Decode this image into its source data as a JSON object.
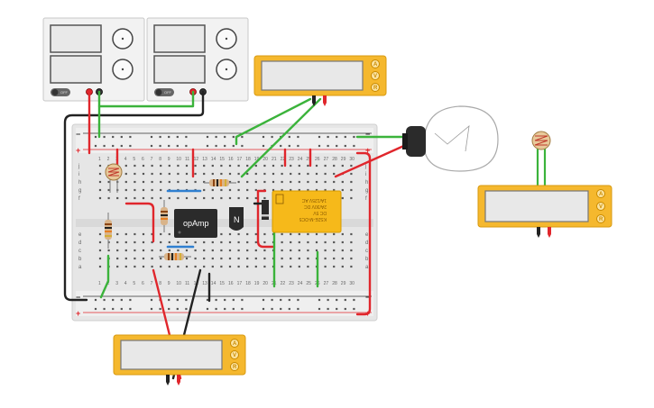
{
  "power_supplies": [
    {
      "switch_label": "OFF"
    },
    {
      "switch_label": "OFF"
    }
  ],
  "multimeters": [
    {
      "buttons": [
        "A",
        "V",
        "R"
      ]
    },
    {
      "buttons": [
        "A",
        "V",
        "R"
      ]
    },
    {
      "buttons": [
        "A",
        "V",
        "R"
      ]
    }
  ],
  "breadboard": {
    "row_letters_top": [
      "j",
      "i",
      "h",
      "g",
      "f"
    ],
    "row_letters_bottom": [
      "e",
      "d",
      "c",
      "b",
      "a"
    ],
    "column_numbers": [
      "1",
      "2",
      "3",
      "4",
      "5",
      "6",
      "7",
      "8",
      "9",
      "10",
      "11",
      "12",
      "13",
      "14",
      "15",
      "16",
      "17",
      "18",
      "19",
      "20",
      "21",
      "22",
      "23",
      "24",
      "25",
      "26",
      "27",
      "28",
      "29",
      "30"
    ],
    "minus_sign": "−",
    "plus_sign": "+"
  },
  "components": {
    "opamp_label": "opAmp",
    "transistor_label": "N",
    "relay_lines": [
      "KS2E-M-DC5",
      "DC 5V",
      "2A/30V DC",
      "1A/125V AC"
    ]
  },
  "colors": {
    "wire_red": "#e0262c",
    "wire_green": "#3bb33b",
    "wire_black": "#222222",
    "wire_blue": "#2f7fd0",
    "meter_body": "#f5b82e",
    "relay_body": "#f6b91a"
  }
}
